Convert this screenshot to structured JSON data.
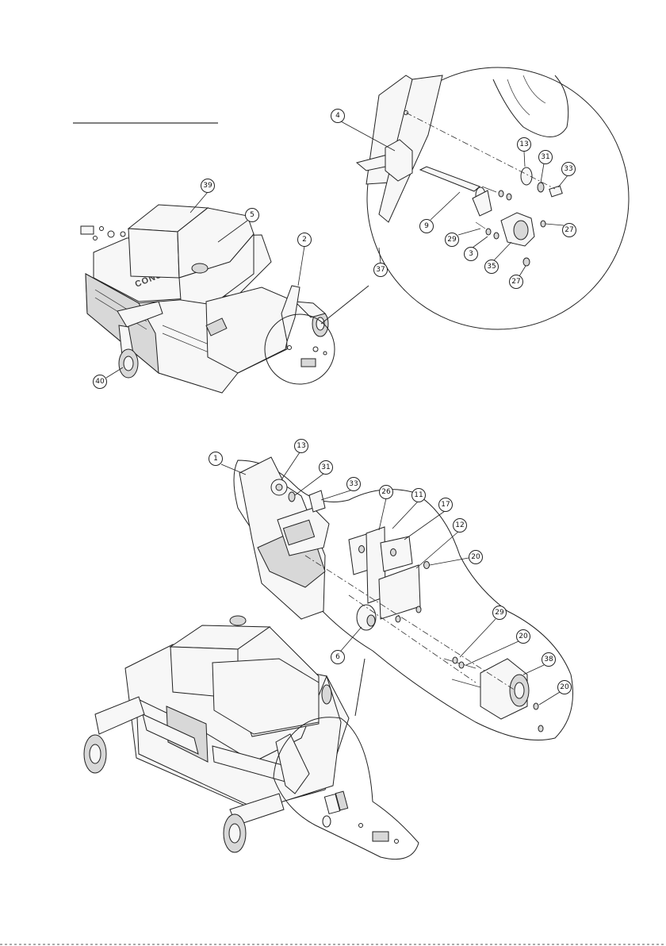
{
  "brand_label": "CONSUP",
  "callouts_top": [
    "39",
    "5",
    "2",
    "40",
    "4",
    "13",
    "31",
    "33",
    "27",
    "9",
    "29",
    "3",
    "35",
    "27",
    "37"
  ],
  "callouts_bottom": [
    "1",
    "13",
    "31",
    "33",
    "26",
    "11",
    "17",
    "12",
    "20",
    "6",
    "29",
    "20",
    "38",
    "20"
  ]
}
